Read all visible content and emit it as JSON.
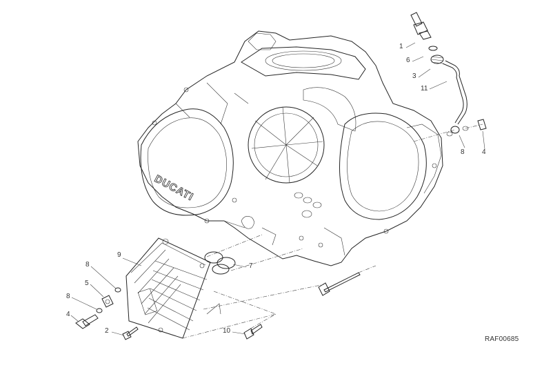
{
  "drawing": {
    "reference_code": "RAF00685",
    "logo_text": "DUCATI",
    "callouts": [
      "1",
      "6",
      "3",
      "11",
      "8",
      "4",
      "9",
      "7",
      "8",
      "5",
      "8",
      "4",
      "2",
      "10"
    ]
  }
}
